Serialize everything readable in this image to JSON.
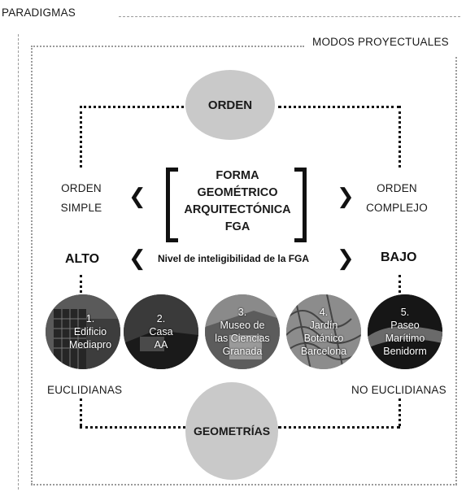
{
  "labels": {
    "paradigmas": "PARADIGMAS",
    "modos": "MODOS PROYECTUALES",
    "orden": "ORDEN",
    "geometrias": "GEOMETRÍAS",
    "orden_simple": "ORDEN\nSIMPLE",
    "orden_complejo": "ORDEN\nCOMPLEJO",
    "alto": "ALTO",
    "bajo": "BAJO",
    "nivel": "Nivel de inteligibilidad de la FGA",
    "euclidianas": "EUCLIDIANAS",
    "no_euclidianas": "NO EUCLIDIANAS",
    "fga_title": "FORMA\nGEOMÉTRICO\nARQUITECTÓNICA\nFGA"
  },
  "cases": [
    {
      "text": "1.\nEdificio\nMediapro",
      "color": "#3a3a3a"
    },
    {
      "text": "2.\nCasa\nAA",
      "color": "#2a2a2a"
    },
    {
      "text": "3.\nMuseo de\nlas Ciencias\nGranada",
      "color": "#6b6b6b"
    },
    {
      "text": "4.\nJardín\nBotánico\nBarcelona",
      "color": "#777777"
    },
    {
      "text": "5.\nPaseo\nMarítimo\nBenidorm",
      "color": "#1e1e1e"
    }
  ],
  "colors": {
    "circle_grey": "#c9c9c9",
    "frame_grey": "#9a9a9a",
    "ink": "#111111"
  }
}
